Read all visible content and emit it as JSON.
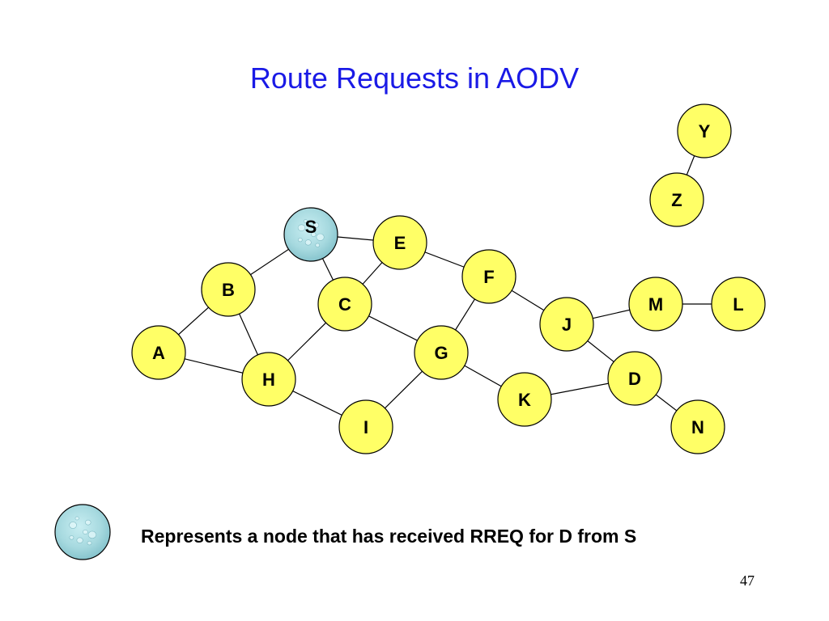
{
  "title": "Route Requests in AODV",
  "legend": {
    "text": "Represents a node that has received RREQ for D from S"
  },
  "page_number": "47",
  "colors": {
    "title": "#1a1ae6",
    "node_fill": "#ffff66",
    "received_fill": "#a8dde3",
    "edge": "#000000"
  },
  "nodes": [
    {
      "id": "S",
      "label": "S",
      "received": true
    },
    {
      "id": "E",
      "label": "E",
      "received": false
    },
    {
      "id": "F",
      "label": "F",
      "received": false
    },
    {
      "id": "B",
      "label": "B",
      "received": false
    },
    {
      "id": "C",
      "label": "C",
      "received": false
    },
    {
      "id": "M",
      "label": "M",
      "received": false
    },
    {
      "id": "L",
      "label": "L",
      "received": false
    },
    {
      "id": "J",
      "label": "J",
      "received": false
    },
    {
      "id": "A",
      "label": "A",
      "received": false
    },
    {
      "id": "G",
      "label": "G",
      "received": false
    },
    {
      "id": "H",
      "label": "H",
      "received": false
    },
    {
      "id": "D",
      "label": "D",
      "received": false
    },
    {
      "id": "K",
      "label": "K",
      "received": false
    },
    {
      "id": "I",
      "label": "I",
      "received": false
    },
    {
      "id": "N",
      "label": "N",
      "received": false
    },
    {
      "id": "Y",
      "label": "Y",
      "received": false
    },
    {
      "id": "Z",
      "label": "Z",
      "received": false
    }
  ],
  "edges": [
    [
      "S",
      "E"
    ],
    [
      "S",
      "B"
    ],
    [
      "S",
      "C"
    ],
    [
      "E",
      "C"
    ],
    [
      "E",
      "F"
    ],
    [
      "B",
      "A"
    ],
    [
      "B",
      "H"
    ],
    [
      "A",
      "H"
    ],
    [
      "C",
      "H"
    ],
    [
      "C",
      "G"
    ],
    [
      "F",
      "G"
    ],
    [
      "F",
      "J"
    ],
    [
      "J",
      "M"
    ],
    [
      "M",
      "L"
    ],
    [
      "J",
      "D"
    ],
    [
      "H",
      "I"
    ],
    [
      "I",
      "G"
    ],
    [
      "G",
      "K"
    ],
    [
      "K",
      "D"
    ],
    [
      "D",
      "N"
    ],
    [
      "Y",
      "Z"
    ]
  ]
}
